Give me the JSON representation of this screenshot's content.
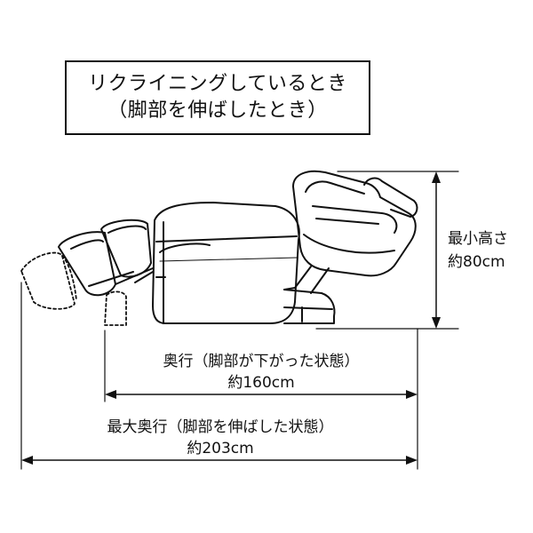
{
  "title": {
    "line1": "リクライニングしているとき",
    "line2": "（脚部を伸ばしたとき）"
  },
  "height_dimension": {
    "label": "最小高さ",
    "value": "約80cm"
  },
  "depth_dimension": {
    "label": "奥行（脚部が下がった状態）",
    "value": "約160cm"
  },
  "max_depth_dimension": {
    "label": "最大奥行（脚部を伸ばした状態）",
    "value": "約203cm"
  }
}
